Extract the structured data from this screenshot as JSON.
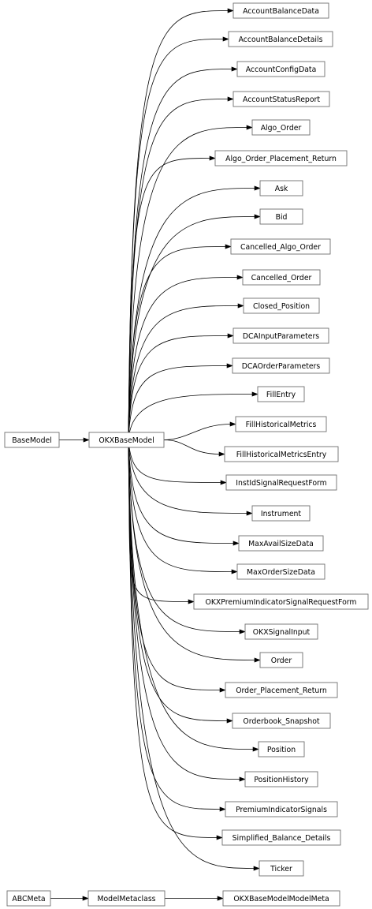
{
  "diagram": {
    "nodes": [
      {
        "id": "BaseModel",
        "label": "BaseModel"
      },
      {
        "id": "OKXBaseModel",
        "label": "OKXBaseModel"
      },
      {
        "id": "ABCMeta",
        "label": "ABCMeta"
      },
      {
        "id": "ModelMetaclass",
        "label": "ModelMetaclass"
      },
      {
        "id": "OKXBaseModelModelMeta",
        "label": "OKXBaseModelModelMeta"
      },
      {
        "id": "AccountBalanceData",
        "label": "AccountBalanceData"
      },
      {
        "id": "AccountBalanceDetails",
        "label": "AccountBalanceDetails"
      },
      {
        "id": "AccountConfigData",
        "label": "AccountConfigData"
      },
      {
        "id": "AccountStatusReport",
        "label": "AccountStatusReport"
      },
      {
        "id": "Algo_Order",
        "label": "Algo_Order"
      },
      {
        "id": "Algo_Order_Placement_Return",
        "label": "Algo_Order_Placement_Return"
      },
      {
        "id": "Ask",
        "label": "Ask"
      },
      {
        "id": "Bid",
        "label": "Bid"
      },
      {
        "id": "Cancelled_Algo_Order",
        "label": "Cancelled_Algo_Order"
      },
      {
        "id": "Cancelled_Order",
        "label": "Cancelled_Order"
      },
      {
        "id": "Closed_Position",
        "label": "Closed_Position"
      },
      {
        "id": "DCAInputParameters",
        "label": "DCAInputParameters"
      },
      {
        "id": "DCAOrderParameters",
        "label": "DCAOrderParameters"
      },
      {
        "id": "FillEntry",
        "label": "FillEntry"
      },
      {
        "id": "FillHistoricalMetrics",
        "label": "FillHistoricalMetrics"
      },
      {
        "id": "FillHistoricalMetricsEntry",
        "label": "FillHistoricalMetricsEntry"
      },
      {
        "id": "InstIdSignalRequestForm",
        "label": "InstIdSignalRequestForm"
      },
      {
        "id": "Instrument",
        "label": "Instrument"
      },
      {
        "id": "MaxAvailSizeData",
        "label": "MaxAvailSizeData"
      },
      {
        "id": "MaxOrderSizeData",
        "label": "MaxOrderSizeData"
      },
      {
        "id": "OKXPremiumIndicatorSignalRequestForm",
        "label": "OKXPremiumIndicatorSignalRequestForm"
      },
      {
        "id": "OKXSignalInput",
        "label": "OKXSignalInput"
      },
      {
        "id": "Order",
        "label": "Order"
      },
      {
        "id": "Order_Placement_Return",
        "label": "Order_Placement_Return"
      },
      {
        "id": "Orderbook_Snapshot",
        "label": "Orderbook_Snapshot"
      },
      {
        "id": "Position",
        "label": "Position"
      },
      {
        "id": "PositionHistory",
        "label": "PositionHistory"
      },
      {
        "id": "PremiumIndicatorSignals",
        "label": "PremiumIndicatorSignals"
      },
      {
        "id": "Simplified_Balance_Details",
        "label": "Simplified_Balance_Details"
      },
      {
        "id": "Ticker",
        "label": "Ticker"
      }
    ],
    "edges": [
      {
        "from": "BaseModel",
        "to": "OKXBaseModel"
      },
      {
        "from": "ABCMeta",
        "to": "ModelMetaclass"
      },
      {
        "from": "ModelMetaclass",
        "to": "OKXBaseModelModelMeta"
      },
      {
        "from": "OKXBaseModel",
        "to": "AccountBalanceData"
      },
      {
        "from": "OKXBaseModel",
        "to": "AccountBalanceDetails"
      },
      {
        "from": "OKXBaseModel",
        "to": "AccountConfigData"
      },
      {
        "from": "OKXBaseModel",
        "to": "AccountStatusReport"
      },
      {
        "from": "OKXBaseModel",
        "to": "Algo_Order"
      },
      {
        "from": "OKXBaseModel",
        "to": "Algo_Order_Placement_Return"
      },
      {
        "from": "OKXBaseModel",
        "to": "Ask"
      },
      {
        "from": "OKXBaseModel",
        "to": "Bid"
      },
      {
        "from": "OKXBaseModel",
        "to": "Cancelled_Algo_Order"
      },
      {
        "from": "OKXBaseModel",
        "to": "Cancelled_Order"
      },
      {
        "from": "OKXBaseModel",
        "to": "Closed_Position"
      },
      {
        "from": "OKXBaseModel",
        "to": "DCAInputParameters"
      },
      {
        "from": "OKXBaseModel",
        "to": "DCAOrderParameters"
      },
      {
        "from": "OKXBaseModel",
        "to": "FillEntry"
      },
      {
        "from": "OKXBaseModel",
        "to": "FillHistoricalMetrics"
      },
      {
        "from": "OKXBaseModel",
        "to": "FillHistoricalMetricsEntry"
      },
      {
        "from": "OKXBaseModel",
        "to": "InstIdSignalRequestForm"
      },
      {
        "from": "OKXBaseModel",
        "to": "Instrument"
      },
      {
        "from": "OKXBaseModel",
        "to": "MaxAvailSizeData"
      },
      {
        "from": "OKXBaseModel",
        "to": "MaxOrderSizeData"
      },
      {
        "from": "OKXBaseModel",
        "to": "OKXPremiumIndicatorSignalRequestForm"
      },
      {
        "from": "OKXBaseModel",
        "to": "OKXSignalInput"
      },
      {
        "from": "OKXBaseModel",
        "to": "Order"
      },
      {
        "from": "OKXBaseModel",
        "to": "Order_Placement_Return"
      },
      {
        "from": "OKXBaseModel",
        "to": "Orderbook_Snapshot"
      },
      {
        "from": "OKXBaseModel",
        "to": "Position"
      },
      {
        "from": "OKXBaseModel",
        "to": "PositionHistory"
      },
      {
        "from": "OKXBaseModel",
        "to": "PremiumIndicatorSignals"
      },
      {
        "from": "OKXBaseModel",
        "to": "Simplified_Balance_Details"
      },
      {
        "from": "OKXBaseModel",
        "to": "Ticker"
      }
    ]
  }
}
